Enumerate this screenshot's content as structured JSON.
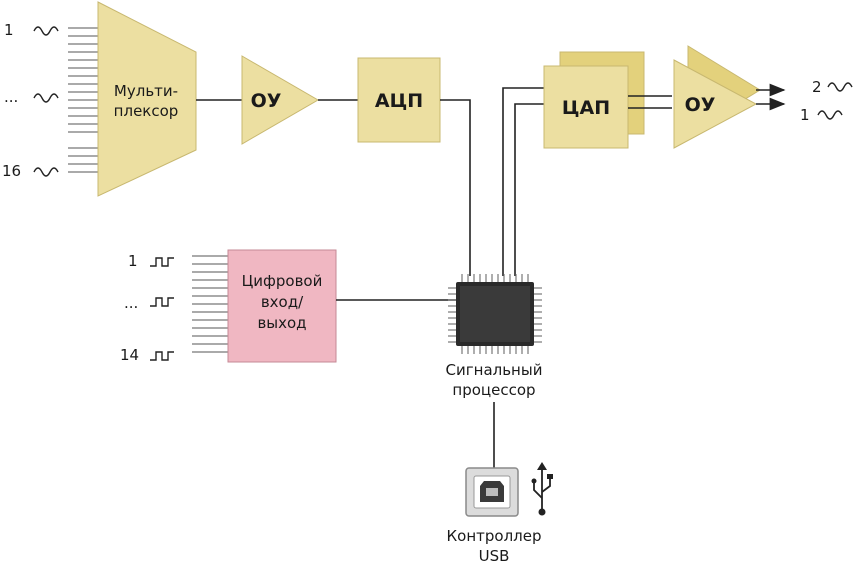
{
  "blocks": {
    "mux": "Мульти-|плексор",
    "opamp_in": "ОУ",
    "adc": "АЦП",
    "dac": "ЦАП",
    "opamp_out": "ОУ",
    "digital_io": "Цифровой|вход/|выход",
    "dsp": "Сигнальный|процессор",
    "usb": "Контроллер|USB"
  },
  "analog_inputs": [
    "1",
    "...",
    "16"
  ],
  "digital_inputs": [
    "1",
    "...",
    "14"
  ],
  "analog_outputs": [
    "2",
    "1"
  ],
  "colors": {
    "analog_block": "#ecdfa1",
    "digital_block": "#f0b7c2",
    "chip": "#2a2a2a",
    "wire": "#222222"
  },
  "icons": [
    "sine-wave-icon",
    "square-wave-icon",
    "usb-symbol-icon",
    "usb-b-port-icon",
    "chip-icon"
  ]
}
